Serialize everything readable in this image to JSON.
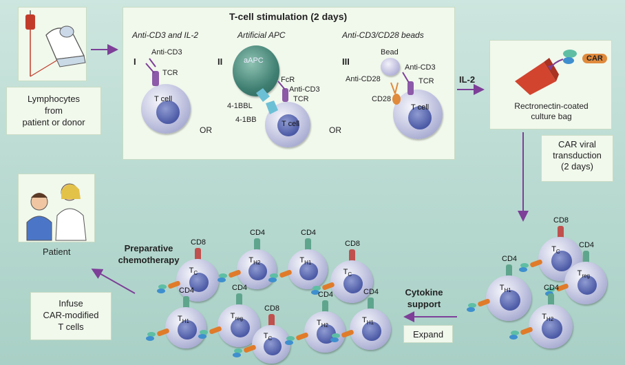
{
  "stimulation": {
    "title": "T-cell stimulation (2 days)",
    "method1": {
      "numeral": "I",
      "heading": "Anti-CD3 and IL-2",
      "anti_cd3": "Anti-CD3",
      "tcr": "TCR",
      "cell": "T cell"
    },
    "method2": {
      "numeral": "II",
      "heading": "Artificial APC",
      "aapc": "aAPC",
      "fcr": "FcR",
      "anti_cd3": "Anti-CD3",
      "tcr": "TCR",
      "bbl": "4-1BBL",
      "bb": "4-1BB",
      "cell": "T cell"
    },
    "method3": {
      "numeral": "III",
      "heading": "Anti-CD3/CD28 beads",
      "bead": "Bead",
      "anti_cd3": "Anti-CD3",
      "anti_cd28": "Anti-CD28",
      "tcr": "TCR",
      "cd28": "CD28",
      "cell": "T cell"
    },
    "or_label": "OR"
  },
  "lymphocytes_label": "Lymphocytes\nfrom\npatient or donor",
  "il2_label": "IL-2",
  "car_label": "CAR",
  "culture_bag_label": "Rectronectin-coated\nculture bag",
  "transduction_label": "CAR viral\ntransduction\n(2 days)",
  "cytokine_label": "Cytokine\nsupport",
  "expand_label": "Expand",
  "chemo_label": "Preparative\nchemotherapy",
  "patient_label": "Patient",
  "infuse_label": "Infuse\nCAR-modified\nT cells",
  "markers": {
    "cd8": "CD8",
    "cd4": "CD4"
  },
  "cell_types": {
    "tc": "T",
    "tc_sub": "C",
    "th1": "T",
    "th1_sub": "H1",
    "th2": "T",
    "th2_sub": "H2",
    "treg": "T",
    "treg_sub": "reg"
  },
  "colors": {
    "panel_bg": "#f1f8ec",
    "arrow": "#7d3f98",
    "cd8_marker": "#c0504d",
    "cd4_marker": "#5fa58d",
    "car_receptor": "#e07b2a"
  }
}
